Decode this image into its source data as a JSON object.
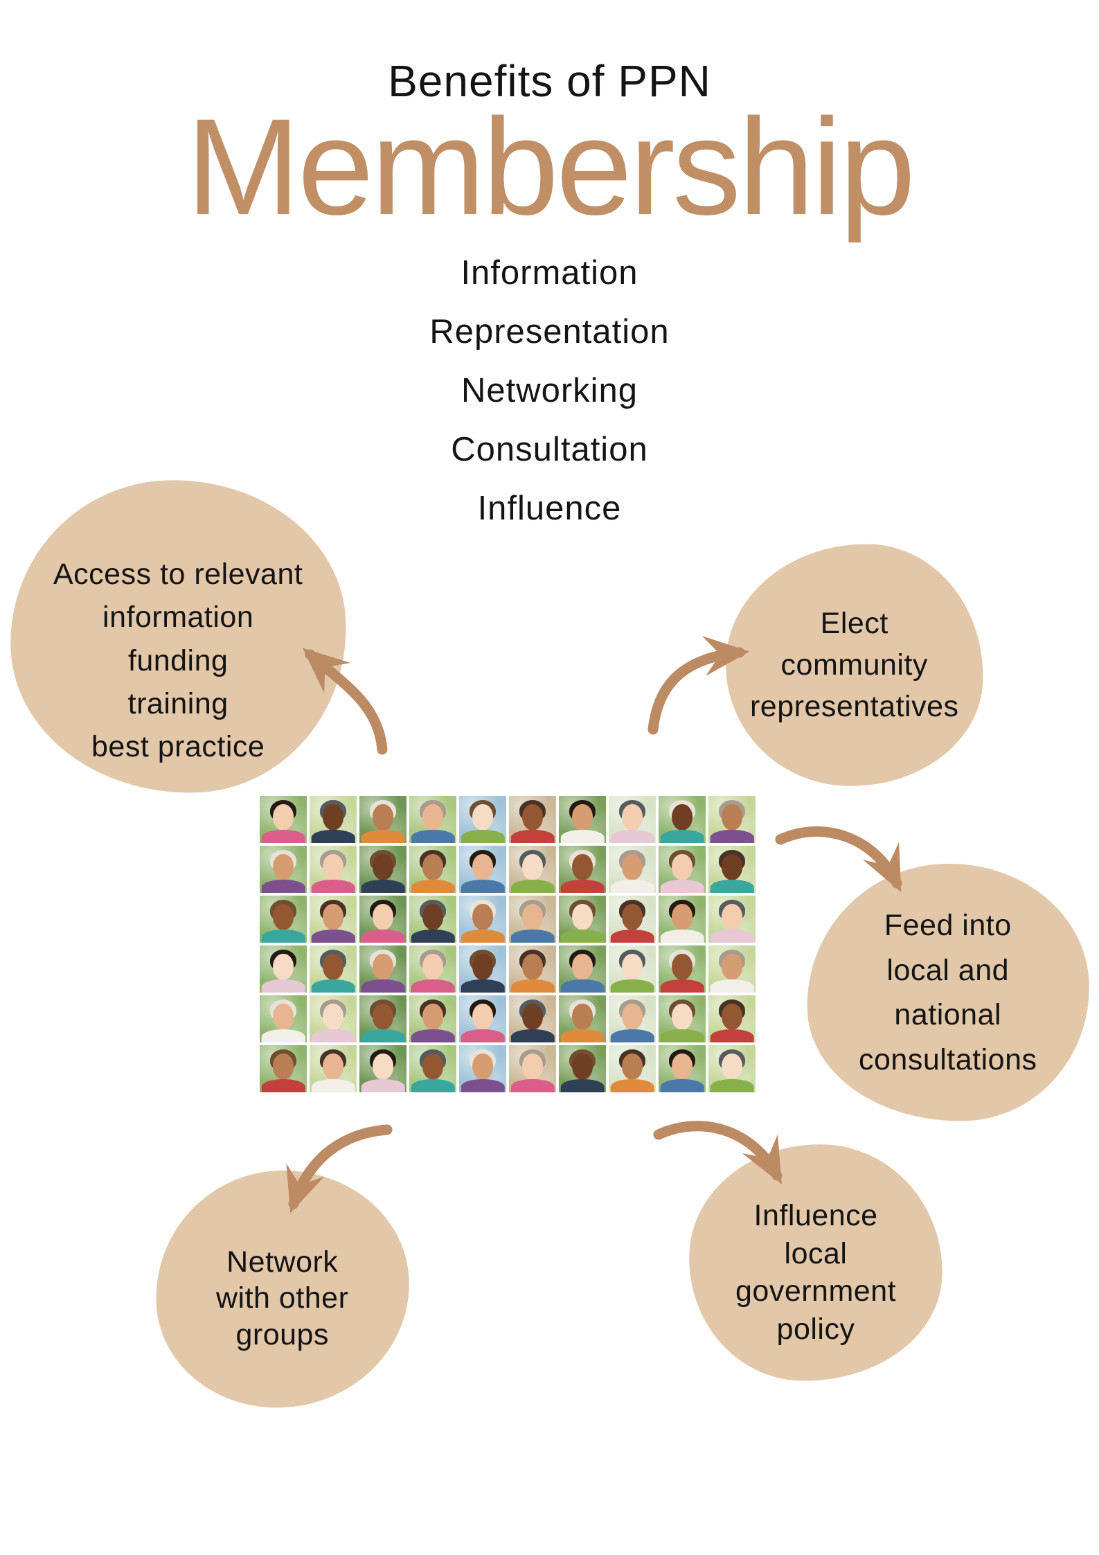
{
  "page": {
    "background": "#ffffff",
    "accent": "#c08f66",
    "arrow_color": "#bc8a63",
    "bubble_color": "#e3c7a9",
    "text_color": "#141414"
  },
  "header": {
    "kicker": "Benefits of PPN",
    "title": "Membership"
  },
  "benefits_list": [
    "Information",
    "Representation",
    "Networking",
    "Consultation",
    "Influence"
  ],
  "bubbles": [
    {
      "id": "access",
      "text": "Access to relevant\ninformation\nfunding\ntraining\nbest practice"
    },
    {
      "id": "elect",
      "text": "Elect\ncommunity\nrepresentatives"
    },
    {
      "id": "feed",
      "text": "Feed into\nlocal and\nnational\nconsultations"
    },
    {
      "id": "influence",
      "text": "Influence\nlocal\ngovernment\npolicy"
    },
    {
      "id": "network",
      "text": "Network\nwith other\ngroups"
    }
  ],
  "collage": {
    "rows": 6,
    "cols": 10,
    "bg_palette": [
      "#8fb56d",
      "#a9c77f",
      "#7ba05b",
      "#c6d79a",
      "#9fc3d8",
      "#d8e2c8",
      "#6f9654",
      "#cbb897"
    ],
    "skin_palette": [
      "#f3cdb0",
      "#e8b591",
      "#d79d72",
      "#b97e52",
      "#935832",
      "#6e3f22",
      "#f6dcc4"
    ],
    "shirt_palette": [
      "#d95f8a",
      "#4a79a8",
      "#f2efe9",
      "#7c4f8f",
      "#e08a3c",
      "#c4403c",
      "#39a79d",
      "#2f3f55",
      "#87b04a",
      "#e7c9d6"
    ],
    "hair_palette": [
      "#241a12",
      "#483225",
      "#6f4f2f",
      "#a89c8e",
      "#e8e2d8",
      "#555b5e"
    ]
  }
}
